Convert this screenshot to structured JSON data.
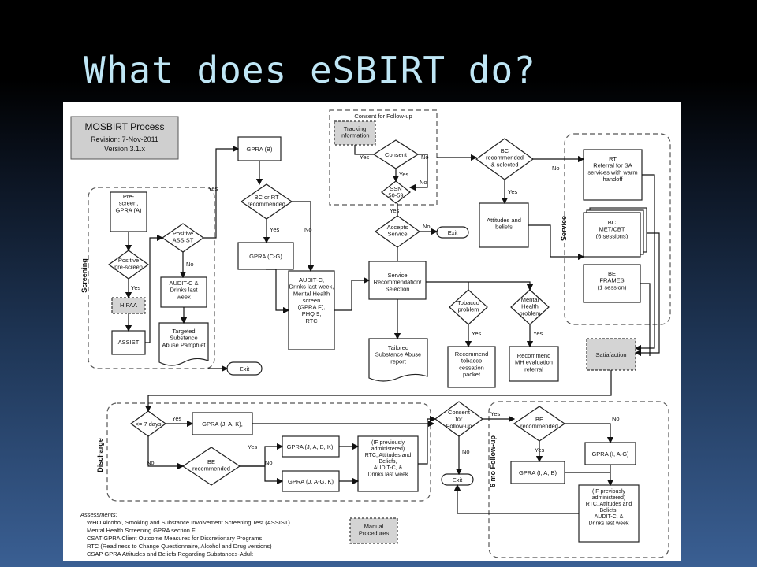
{
  "slide": {
    "title": "What does eSBIRT do?"
  },
  "legend": {
    "title": "MOSBIRT Process",
    "revision": "Revision: 7-Nov-2011",
    "version": "Version 3.1.x"
  },
  "sections": {
    "screening": "Screening",
    "service": "Service",
    "discharge": "Discharge",
    "followup": "6 mo Follow-up"
  },
  "nodes": {
    "prescreen": "Pre-|screen,|GPRA (A)",
    "positive_prescreen": "Positive|pre-screen",
    "hipaa": "HIPAA",
    "assist": "ASSIST",
    "positive_assist": "Positive|ASSIST",
    "auditc_drinks": "AUDIT-C &|Drinks last|week",
    "targeted_pamphlet": "Targeted|Substance|Abuse Pamphlet",
    "exit": "Exit",
    "gpra_b": "GPRA (B)",
    "bc_rt_recommended": "BC or RT|recommended",
    "gpra_cg": "GPRA (C-G)",
    "auditc_block": "AUDIT-C,|Drinks last week,|Mental Health|screen|(GPRA F),|PHQ 9,|RTC",
    "consent_followup_title": "Consent for Follow-up",
    "tracking_info": "Tracking|information",
    "consent": "Consent",
    "ssn": "SSN|50-59",
    "accepts_service": "Accepts|Service",
    "service_recommendation": "Service|Recommendation/|Selection",
    "tailored_report": "Tailored|Substance Abuse|report",
    "bc_recommended_selected": "BC|recommended|& selected",
    "attitudes_beliefs": "Attitudes and|beliefs",
    "tobacco_problem": "Tobacco|problem",
    "mental_health_problem": "Mental|Health|problem",
    "recommend_tobacco": "Recommend|tobacco|cessation|packet",
    "recommend_mh": "Recommend|MH evaluation|referral",
    "rt_box": "RT|Referral for SA|services with warm|handoff",
    "bc_box": "BC|MET/CBT|(6 sessions)",
    "be_box": "BE|FRAMES|(1 session)",
    "satisfaction": "Satiafaction",
    "le7days": "<= 7 days",
    "gpra_jak_top": "GPRA (J, A, K),",
    "be_recommended": "BE|recommended",
    "gpra_jabk": "GPRA (J, A, B, K),",
    "gpra_jagk": "GPRA (J, A-G, K)",
    "if_prev_discharge": "(IF previously|administered)|RTC, Attitudes and|Beliefs,|AUDIT-C, &|Drinks last week",
    "consent_followup_diamond": "Consent|for|Follow-up",
    "exit2": "Exit",
    "be_recommended2": "BE|recommended",
    "gpra_iag": "GPRA (I, A-G)",
    "gpra_iab": "GPRA (I, A, B)",
    "if_prev_followup": "(IF previously|administered)|RTC, Attitudes and|Beliefs,|AUDIT-C, &|Drinks last week",
    "manual_procedures": "Manual|Procedures"
  },
  "labels": {
    "yes": "Yes",
    "no": "No"
  },
  "assessments": {
    "heading": "Assessments:",
    "items": [
      "WHO Alcohol, Smoking and Substance Involvement Screening Test (ASSIST)",
      "Mental Health Screening GPRA section F",
      "CSAT GPRA Client Outcome Measures for Discretionary Programs",
      "RTC (Readiness to Change Questionnaire, Alcohol and Drug versions)",
      "CSAP GPRA Attitudes and Beliefs Regarding Substances-Adult"
    ]
  },
  "colors": {
    "background_top": "#000000",
    "background_bottom": "#3a5f93",
    "title": "#bfe6f5",
    "gray_box": "#d4d4d4"
  }
}
